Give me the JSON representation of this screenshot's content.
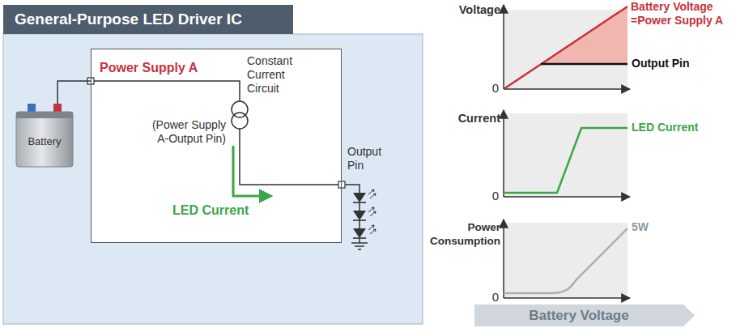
{
  "diagram": {
    "nodes": [
      {
        "text": [
          "General-Purpose LED Driver IC"
        ]
      },
      {
        "text": [
          "Power Supply A",
          "Constant Current Circuit",
          "(Power Supply A-Output Pin)",
          "LED Current",
          "Output Pin"
        ],
        "in": 0
      },
      {
        "text": [
          "Battery"
        ],
        "in": 0
      },
      {
        "text": [
          "Battery Voltage"
        ]
      }
    ],
    "edges": [
      {
        "from": 2,
        "to": 1,
        "arrow": "none"
      }
    ],
    "labels": [
      "Voltage",
      "Battery Voltage =Power Supply A",
      "Output Pin",
      "0",
      "Current",
      "LED Current",
      "0",
      "Power Consumption",
      "0",
      "5W"
    ]
  }
}
